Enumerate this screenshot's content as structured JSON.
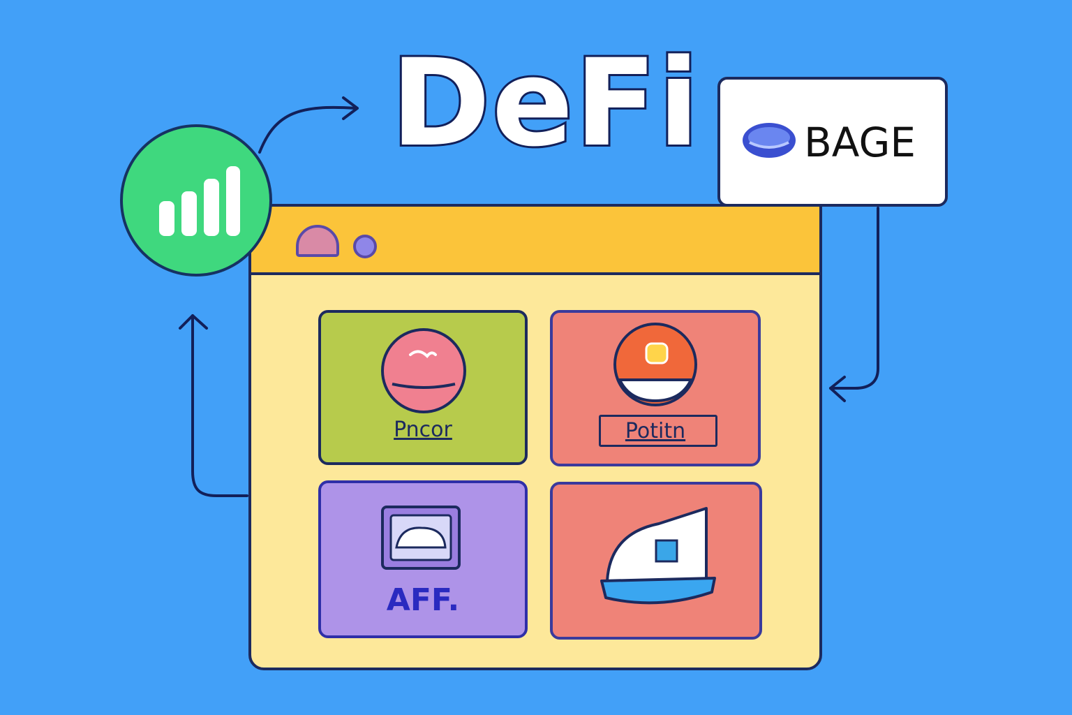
{
  "title": "DeFi",
  "badge": {
    "label": "BAGE",
    "icon": "blue-token-icon"
  },
  "chart_icon": {
    "icon": "bar-chart-icon",
    "color": "#3fd87e"
  },
  "window": {
    "bar_color": "#fbc43a",
    "body_color": "#fde89a",
    "bar_icons": [
      "dome-icon",
      "dot-icon"
    ]
  },
  "tiles": [
    {
      "label": "Pncor",
      "icon": "coin-icon",
      "color": "#b7cb4c"
    },
    {
      "label": "Potitn",
      "icon": "token-icon",
      "color": "#ef8378"
    },
    {
      "label": "AFF.",
      "icon": "card-icon",
      "color": "#ae93e8"
    },
    {
      "label": "",
      "icon": "boat-icon",
      "color": "#ef8378"
    }
  ],
  "colors": {
    "background": "#42a0f8",
    "outline": "#1c2a5e"
  }
}
